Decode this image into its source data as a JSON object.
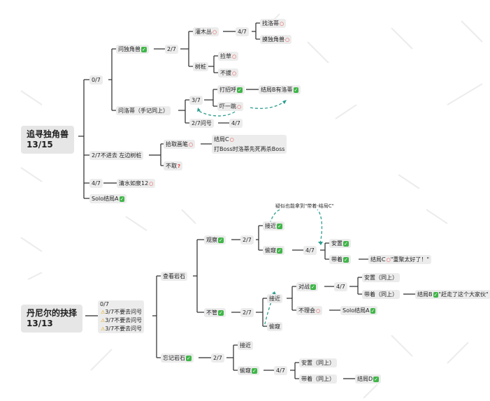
{
  "tree1": {
    "root_title": "追寻独角兽",
    "root_score": "13/15",
    "n0_7": "0/7",
    "ask_unicorn": "问独角兽",
    "ask_unicorn_2_7": "2/7",
    "shrub": "灌木丛",
    "shrub_4_7": "4/7",
    "find_loti": "找洛蒂",
    "pet_unicorn": "摸独角兽",
    "stump": "树桩",
    "pick_grass": "捡草",
    "no_pick": "不拔",
    "ask_loti": "问洛蒂（手记同上）",
    "loti_3_7": "3/7",
    "greet": "打招呼",
    "ending_b": "结局B有洛蒂",
    "scare": "吓一跳",
    "q_2_7": "2/7问号",
    "q_4_7": "4/7",
    "no_enter": "2/7不进去 左边树桩",
    "pick_bookmark": "拾取画笔",
    "ending_c": "结局C",
    "ending_c_note": "打Boss时洛蒂先死再杀Boss",
    "no_take": "不取",
    "n4_7": "4/7",
    "spring": "清水如泉12",
    "solo": "Solo结局A"
  },
  "tree2": {
    "root_title": "丹尼尔的抉择",
    "root_score": "13/13",
    "info_0_7": "0/7",
    "warn1": "3/7不要去问号",
    "warn2": "3/7不要去问号",
    "warn3": "3/7不要去问号",
    "look_rock": "查看岩石",
    "observe": "观察",
    "observe_2_7": "2/7",
    "approach": "接近",
    "peek": "偷窥",
    "peek_4_7": "4/7",
    "settle": "安置",
    "take_along": "带着",
    "ending_c": "结局C",
    "ending_c_quote": "\"重聚太好了！\"",
    "dashed_note": "疑似也能拿到\"带着-结局C\"",
    "ignore": "不管",
    "ignore_2_7": "2/7",
    "approach2": "接近",
    "fight": "对战",
    "fight_4_7": "4/7",
    "settle_same": "安置（同上）",
    "take_same": "带着（同上）",
    "ending_b": "结局B",
    "ending_b_quote": "\"赶走了这个大家伙\"",
    "ignore_it": "不理会",
    "solo_a": "Solo结局A",
    "peek2": "偷窥",
    "forget_rock": "忘记岩石",
    "forget_2_7": "2/7",
    "approach3": "接近",
    "peek3": "偷窥",
    "peek3_4_7": "4/7",
    "settle_same2": "安置（同上）",
    "take_same2": "带着（同上）",
    "ending_d": "结局D"
  },
  "colors": {
    "ok": "#3fb548",
    "no": "#e53935",
    "line": "#2a2a2a",
    "dashed": "#2a9d8f"
  }
}
